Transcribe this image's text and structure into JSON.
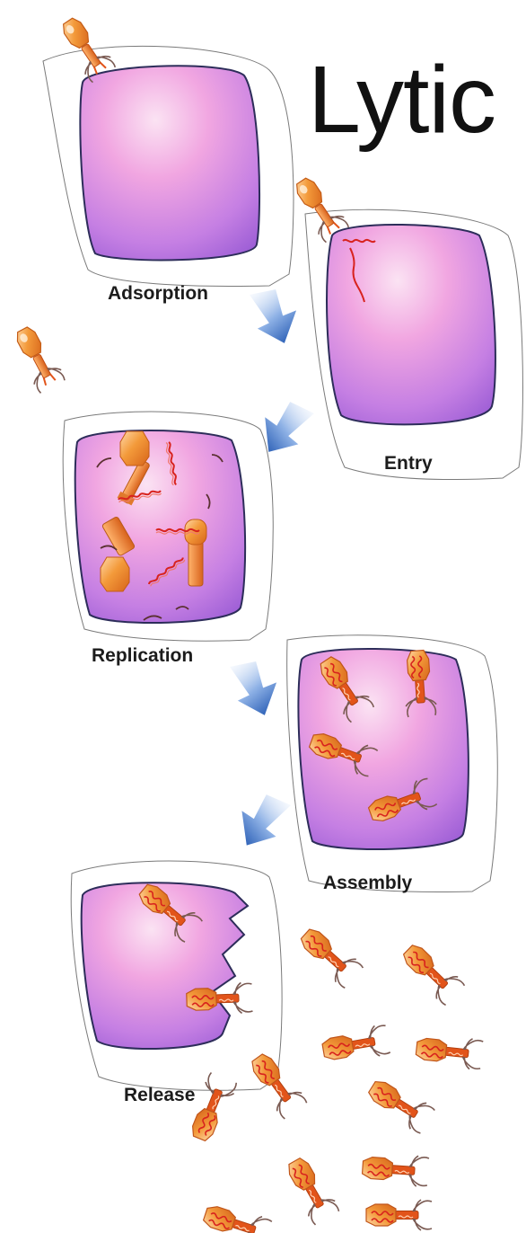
{
  "title": "Lytic",
  "stages": {
    "adsorption": "Adsorption",
    "entry": "Entry",
    "replication": "Replication",
    "assembly": "Assembly",
    "release": "Release"
  },
  "colors": {
    "cell_light": "#f1a6e1",
    "cell_dark": "#9e5fd6",
    "phage_head": "#ec8524",
    "phage_tail": "#e2541a",
    "dna": "#d8231e",
    "arrow": "#2f62b6"
  }
}
